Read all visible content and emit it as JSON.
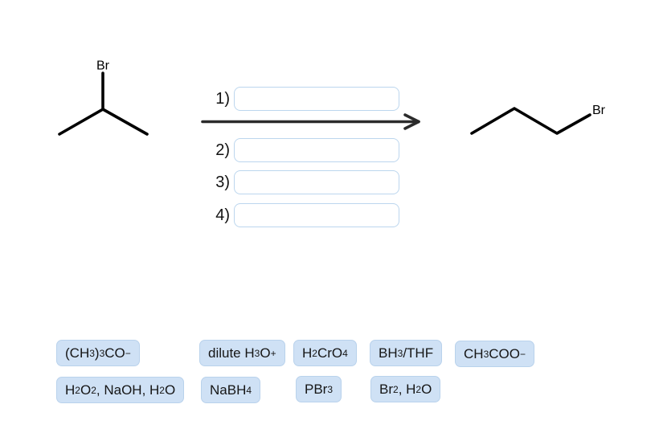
{
  "colors": {
    "background": "#ffffff",
    "chip_background": "#cfe1f5",
    "chip_border": "#b9d2ec",
    "input_border": "#bcd6ee",
    "arrow": "#2b2b2b",
    "bond": "#000000",
    "text": "#121212"
  },
  "reaction": {
    "reactant_atom_label": "Br",
    "product_atom_label": "Br",
    "steps": [
      {
        "label": "1)",
        "value": ""
      },
      {
        "label": "2)",
        "value": ""
      },
      {
        "label": "3)",
        "value": ""
      },
      {
        "label": "4)",
        "value": ""
      }
    ]
  },
  "reagent_bank": {
    "items": [
      {
        "label": "(CH_3)_3CO^−"
      },
      {
        "label": "dilute H_3O^+"
      },
      {
        "label": "H_2CrO_4"
      },
      {
        "label": "BH_3/THF"
      },
      {
        "label": "CH_3COO^−"
      },
      {
        "label": "H_2O_2, NaOH, H_2O"
      },
      {
        "label": "NaBH_4"
      },
      {
        "label": "PBr_3"
      },
      {
        "label": "Br_2, H_2O"
      }
    ]
  }
}
